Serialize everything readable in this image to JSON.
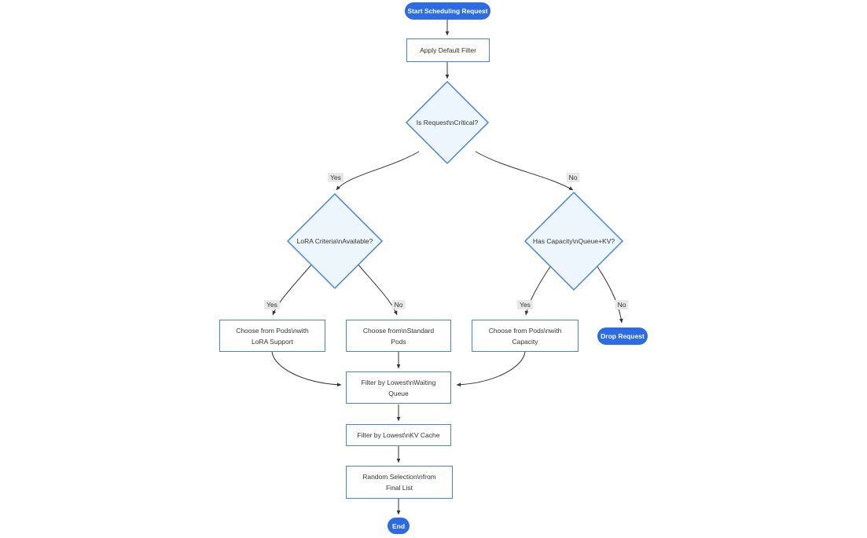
{
  "diagram": {
    "type": "flowchart",
    "direction": "top-down",
    "nodes": {
      "start": {
        "shape": "stadium",
        "label": "Start Scheduling Request"
      },
      "apply_filter": {
        "shape": "rect",
        "label": "Apply Default Filter"
      },
      "is_critical": {
        "shape": "diamond",
        "label": "Is Request\\nCritical?"
      },
      "lora_criteria": {
        "shape": "diamond",
        "label": "LoRA Criteria\\nAvailable?"
      },
      "has_capacity": {
        "shape": "diamond",
        "label": "Has Capacity\\nQueue+KV?"
      },
      "lora_pods": {
        "shape": "rect",
        "lines": [
          "Choose from Pods\\nwith",
          "LoRA Support"
        ]
      },
      "standard_pods": {
        "shape": "rect",
        "lines": [
          "Choose from\\nStandard",
          "Pods"
        ]
      },
      "capacity_pods": {
        "shape": "rect",
        "lines": [
          "Choose from Pods\\nwith",
          "Capacity"
        ]
      },
      "drop_request": {
        "shape": "stadium",
        "label": "Drop Request"
      },
      "filter_queue": {
        "shape": "rect",
        "lines": [
          "Filter by Lowest\\nWaiting",
          "Queue"
        ]
      },
      "filter_kv": {
        "shape": "rect",
        "label": "Filter by Lowest\\nKV Cache"
      },
      "random_selection": {
        "shape": "rect",
        "lines": [
          "Random Selection\\nfrom",
          "Final List"
        ]
      },
      "end": {
        "shape": "stadium",
        "label": "End"
      }
    },
    "edge_labels": {
      "critical_yes": "Yes",
      "critical_no": "No",
      "lora_yes": "Yes",
      "lora_no": "No",
      "capacity_yes": "Yes",
      "capacity_no": "No"
    },
    "edges": [
      {
        "from": "start",
        "to": "apply_filter",
        "label": ""
      },
      {
        "from": "apply_filter",
        "to": "is_critical",
        "label": ""
      },
      {
        "from": "is_critical",
        "to": "lora_criteria",
        "label": "Yes"
      },
      {
        "from": "is_critical",
        "to": "has_capacity",
        "label": "No"
      },
      {
        "from": "lora_criteria",
        "to": "lora_pods",
        "label": "Yes"
      },
      {
        "from": "lora_criteria",
        "to": "standard_pods",
        "label": "No"
      },
      {
        "from": "has_capacity",
        "to": "capacity_pods",
        "label": "Yes"
      },
      {
        "from": "has_capacity",
        "to": "drop_request",
        "label": "No"
      },
      {
        "from": "lora_pods",
        "to": "filter_queue",
        "label": ""
      },
      {
        "from": "standard_pods",
        "to": "filter_queue",
        "label": ""
      },
      {
        "from": "capacity_pods",
        "to": "filter_queue",
        "label": ""
      },
      {
        "from": "filter_queue",
        "to": "filter_kv",
        "label": ""
      },
      {
        "from": "filter_kv",
        "to": "random_selection",
        "label": ""
      },
      {
        "from": "random_selection",
        "to": "end",
        "label": ""
      }
    ],
    "colors": {
      "accent_fill": "#2b6ce6",
      "node_border": "#4583e6",
      "diamond_fill": "#edf5fd",
      "rect_fill": "#ffffff",
      "edge_color": "#333333",
      "edge_label_bg": "#e8e8e8",
      "text_color": "#333333"
    }
  }
}
